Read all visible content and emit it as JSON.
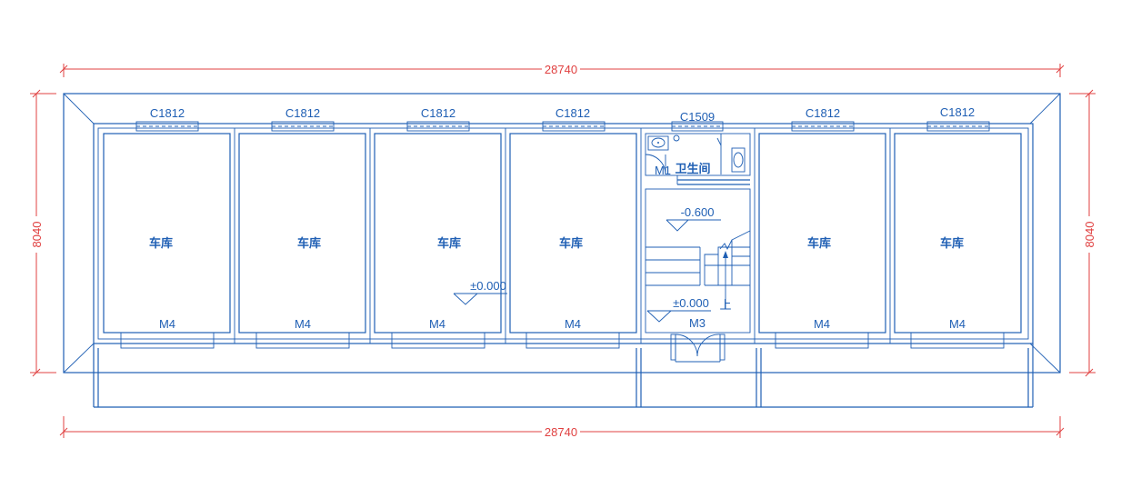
{
  "dimensions": {
    "top_width": "28740",
    "bottom_width": "28740",
    "left_depth": "8040",
    "right_depth": "8040"
  },
  "windows": {
    "w1": "C1812",
    "w2": "C1812",
    "w3": "C1812",
    "w4": "C1812",
    "w5": "C1509",
    "w6": "C1812",
    "w7": "C1812"
  },
  "rooms": {
    "g1": "车库",
    "g2": "车库",
    "g3": "车库",
    "g4": "车库",
    "g5": "车库",
    "g6": "车库",
    "bath": "卫生间"
  },
  "doors": {
    "d1": "M4",
    "d2": "M4",
    "d3": "M4",
    "d4": "M4",
    "d5": "M4",
    "d6": "M4",
    "bath_door": "M1",
    "entry_door": "M3"
  },
  "levels": {
    "garage_level": "±0.000",
    "upper_level": "-0.600",
    "entry_level": "±0.000",
    "stair_up": "上"
  },
  "colors": {
    "wall_lines": "#1f5fb4",
    "dimension_lines": "#e04040"
  }
}
